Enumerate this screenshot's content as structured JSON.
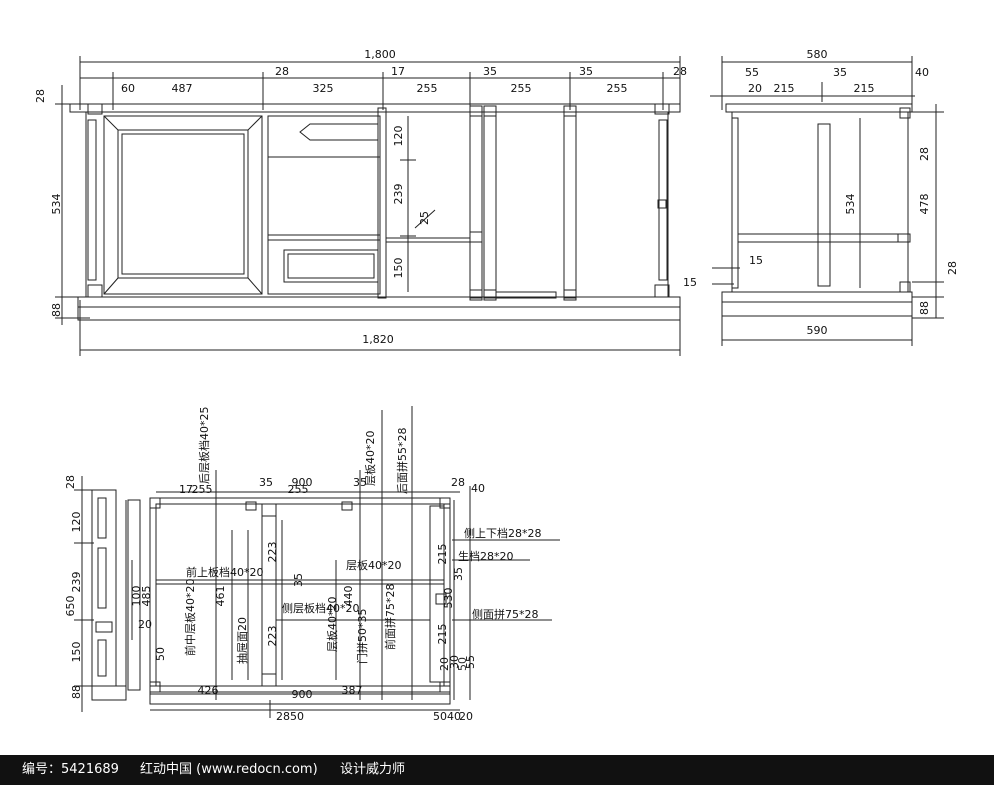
{
  "front_view": {
    "top_total": "1,800",
    "bottom_total": "1,820",
    "top_dims": [
      "60",
      "487",
      "28",
      "325",
      "17",
      "255",
      "35",
      "255",
      "35",
      "255",
      "28"
    ],
    "left_dims": [
      "28",
      "534",
      "88"
    ],
    "inner_dims": [
      "120",
      "239",
      "150",
      "25"
    ]
  },
  "side_view": {
    "top_total": "580",
    "bottom_total": "590",
    "top_dims": [
      "55",
      "20",
      "215",
      "35",
      "215",
      "40"
    ],
    "right_dims": [
      "28",
      "478",
      "28",
      "88"
    ],
    "inner_dims": [
      "534",
      "15",
      "15"
    ]
  },
  "plan_view": {
    "labels": [
      "后层板档40*25",
      "层板40*20",
      "后面拼55*28",
      "侧上下档28*28",
      "生档28*20",
      "层板40*20",
      "侧面拼75*28",
      "前中层板40*20",
      "前上板档40*20",
      "侧层板档40*20",
      "层板40*20",
      "前面拼75*28",
      "门拼50*35",
      "抽屉面20"
    ],
    "top_dims": [
      "28",
      "17",
      "255",
      "35",
      "900",
      "255",
      "35",
      "28",
      "40"
    ],
    "left_dims": [
      "28",
      "120",
      "239",
      "150",
      "88",
      "650"
    ],
    "inner_dims": [
      "461",
      "223",
      "223",
      "440",
      "35",
      "20",
      "100",
      "485",
      "30",
      "215",
      "215",
      "35",
      "530",
      "50"
    ],
    "bottom_dims": [
      "426",
      "900",
      "387",
      "2850",
      "50",
      "40",
      "20",
      "55",
      "50",
      "20"
    ]
  },
  "footer": {
    "id_text": "编号：5421689",
    "site_text": "红动中国 (www.redocn.com)",
    "designer_text": "设计威力师"
  }
}
